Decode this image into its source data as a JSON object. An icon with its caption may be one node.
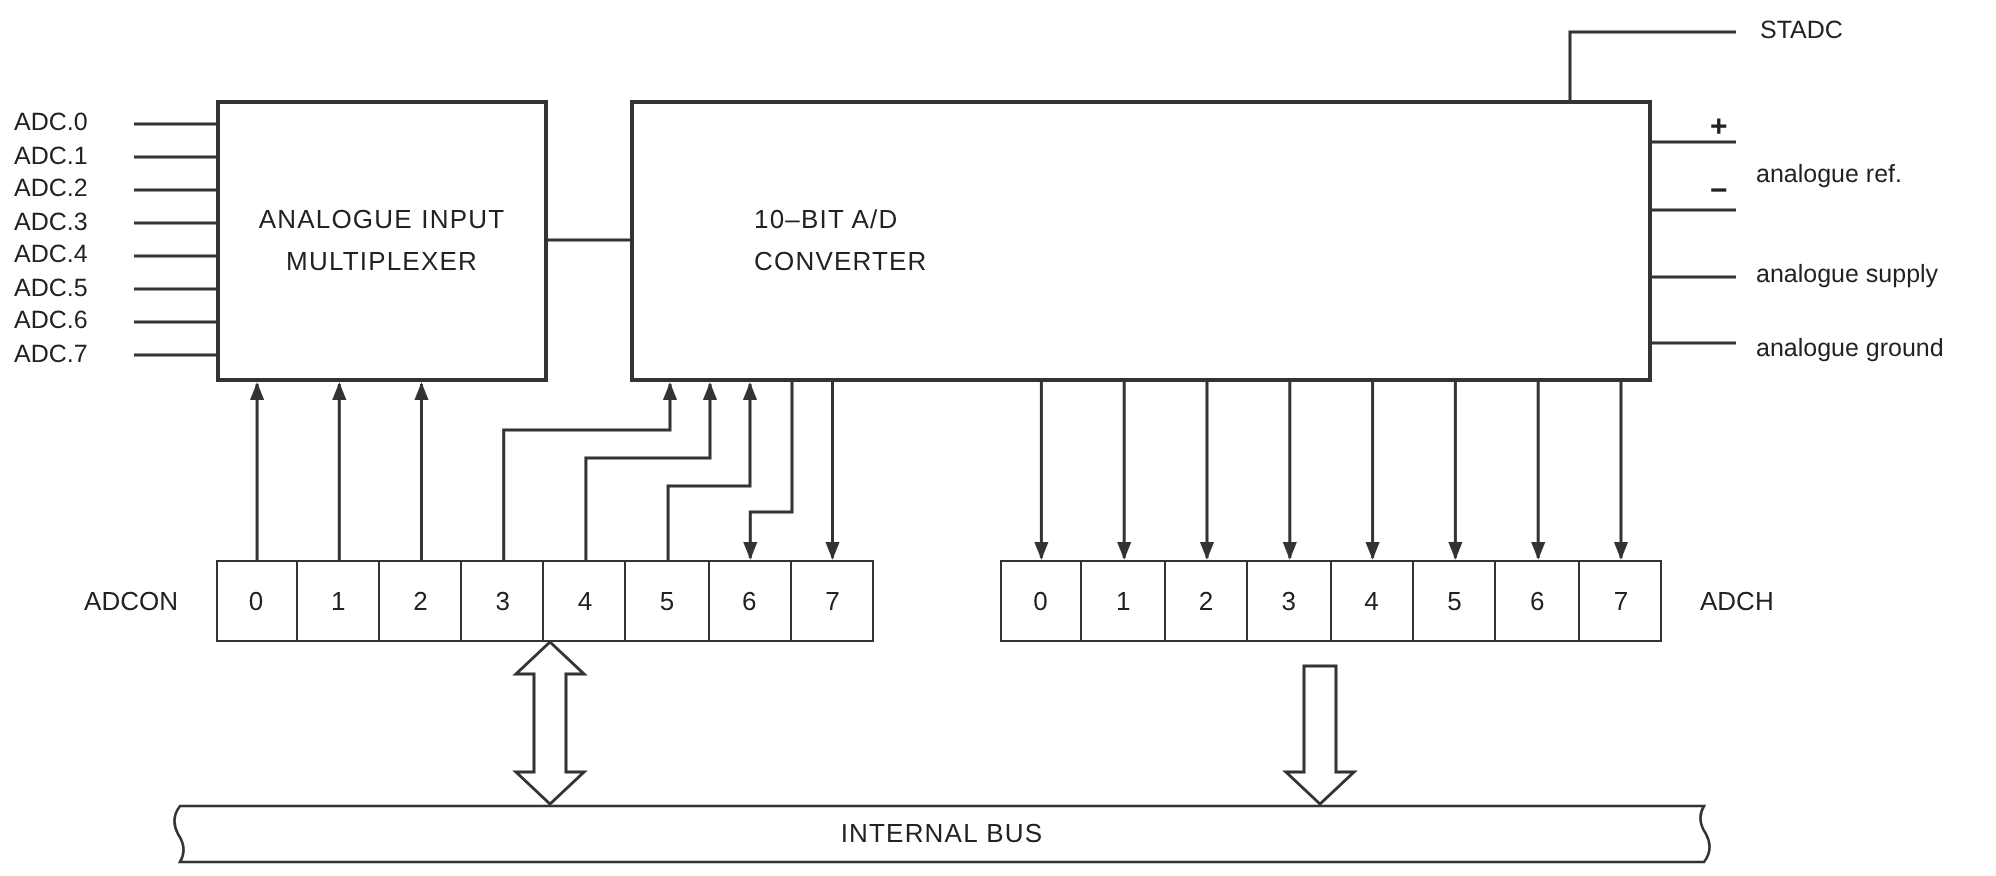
{
  "diagram": {
    "nodes": [
      {
        "text": [
          "ANALOGUE INPUT MULTIPLEXER"
        ]
      },
      {
        "text": [
          "10–BIT A/D CONVERTER"
        ]
      },
      {
        "text": [],
        "shape": "box",
        "beside": [
          "ADCON"
        ]
      },
      {
        "text": [
          "0"
        ],
        "in": 2
      },
      {
        "text": [
          "1"
        ],
        "in": 2
      },
      {
        "text": [
          "2"
        ],
        "in": 2
      },
      {
        "text": [
          "3"
        ],
        "in": 2
      },
      {
        "text": [
          "4"
        ],
        "in": 2
      },
      {
        "text": [
          "5"
        ],
        "in": 2
      },
      {
        "text": [
          "6"
        ],
        "in": 2
      },
      {
        "text": [
          "7"
        ],
        "in": 2
      },
      {
        "text": [],
        "shape": "box",
        "beside": [
          "ADCH"
        ]
      },
      {
        "text": [
          "0"
        ],
        "in": 11
      },
      {
        "text": [
          "1"
        ],
        "in": 11
      },
      {
        "text": [
          "2"
        ],
        "in": 11
      },
      {
        "text": [
          "3"
        ],
        "in": 11
      },
      {
        "text": [
          "4"
        ],
        "in": 11
      },
      {
        "text": [
          "5"
        ],
        "in": 11
      },
      {
        "text": [
          "6"
        ],
        "in": 11
      },
      {
        "text": [
          "7"
        ],
        "in": 11
      },
      {
        "text": [
          "INTERNAL BUS"
        ]
      },
      {
        "text": [
          "ADC.0"
        ]
      },
      {
        "text": [
          "ADC.1"
        ]
      },
      {
        "text": [
          "ADC.2"
        ]
      },
      {
        "text": [
          "ADC.3"
        ]
      },
      {
        "text": [
          "ADC.4"
        ]
      },
      {
        "text": [
          "ADC.5"
        ]
      },
      {
        "text": [
          "ADC.6"
        ]
      },
      {
        "text": [
          "ADC.7"
        ]
      },
      {
        "text": [
          "STADC"
        ]
      },
      {
        "text": [
          "analogue ref."
        ]
      },
      {
        "text": [
          "analogue supply"
        ]
      },
      {
        "text": [
          "analogue ground"
        ]
      }
    ],
    "edges": [
      {
        "from": 21,
        "to": 0,
        "arrow": "none"
      },
      {
        "from": 22,
        "to": 0,
        "arrow": "none"
      },
      {
        "from": 23,
        "to": 0,
        "arrow": "none"
      },
      {
        "from": 24,
        "to": 0,
        "arrow": "none"
      },
      {
        "from": 25,
        "to": 0,
        "arrow": "none"
      },
      {
        "from": 26,
        "to": 0,
        "arrow": "none"
      },
      {
        "from": 27,
        "to": 0,
        "arrow": "none"
      },
      {
        "from": 28,
        "to": 0,
        "arrow": "none"
      },
      {
        "from": 0,
        "to": 1,
        "arrow": "none"
      },
      {
        "from": 1,
        "to": 29,
        "arrow": "none"
      },
      {
        "from": 1,
        "to": 30,
        "arrow": "none"
      },
      {
        "from": 1,
        "to": 30,
        "arrow": "none"
      },
      {
        "from": 1,
        "to": 31,
        "arrow": "none"
      },
      {
        "from": 1,
        "to": 32,
        "arrow": "none"
      },
      {
        "from": 3,
        "to": 0,
        "arrow": "to"
      },
      {
        "from": 4,
        "to": 0,
        "arrow": "to"
      },
      {
        "from": 5,
        "to": 0,
        "arrow": "to"
      },
      {
        "from": 6,
        "to": 1,
        "arrow": "to"
      },
      {
        "from": 7,
        "to": 1,
        "arrow": "to"
      },
      {
        "from": 8,
        "to": 1,
        "arrow": "to"
      },
      {
        "from": 1,
        "to": 9,
        "arrow": "to"
      },
      {
        "from": 1,
        "to": 10,
        "arrow": "to"
      },
      {
        "from": 1,
        "to": 12,
        "arrow": "to"
      },
      {
        "from": 1,
        "to": 13,
        "arrow": "to"
      },
      {
        "from": 1,
        "to": 14,
        "arrow": "to"
      },
      {
        "from": 1,
        "to": 15,
        "arrow": "to"
      },
      {
        "from": 1,
        "to": 16,
        "arrow": "to"
      },
      {
        "from": 1,
        "to": 17,
        "arrow": "to"
      },
      {
        "from": 1,
        "to": 18,
        "arrow": "to"
      },
      {
        "from": 1,
        "to": 19,
        "arrow": "to"
      },
      {
        "from": 2,
        "to": 20,
        "arrow": "both",
        "style": "thick"
      },
      {
        "from": 11,
        "to": 20,
        "arrow": "to",
        "style": "thick"
      }
    ],
    "labels": [
      "+",
      "−"
    ]
  }
}
